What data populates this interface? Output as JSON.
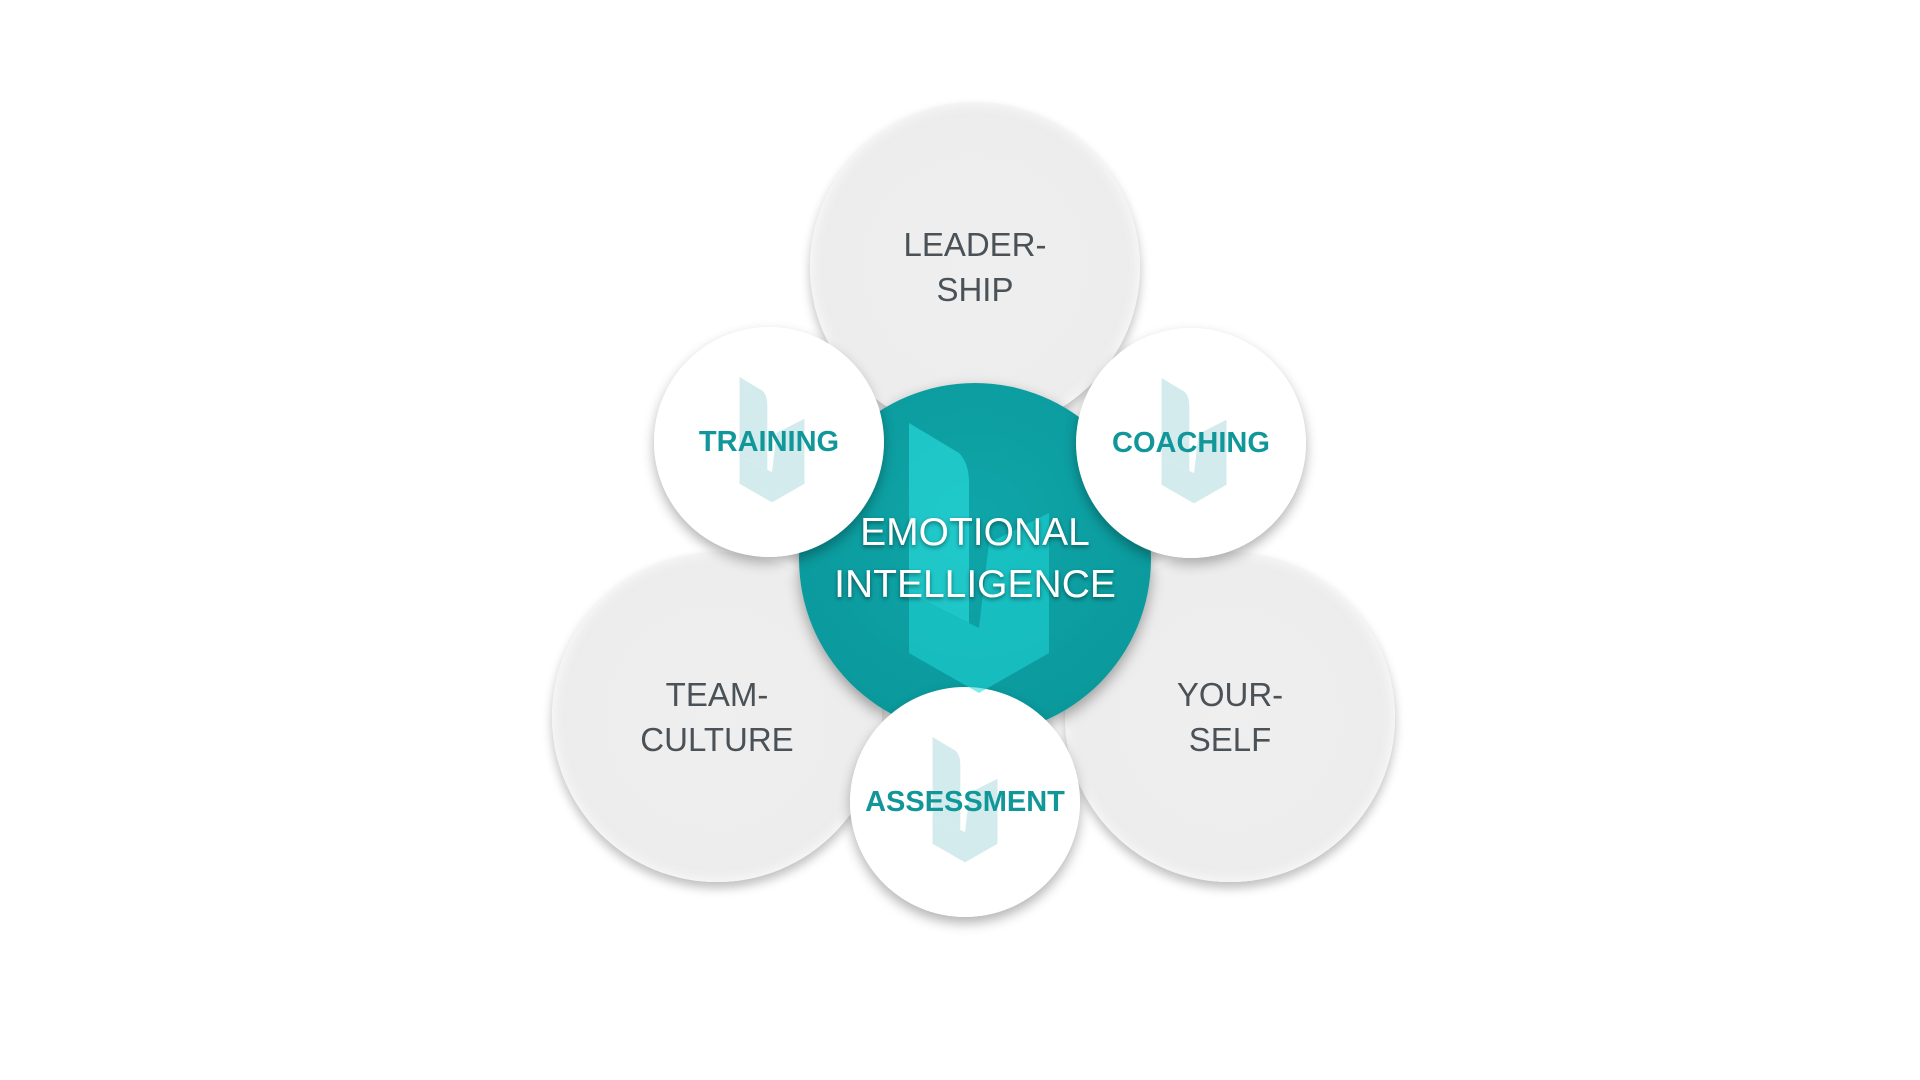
{
  "center": {
    "line1": "EMOTIONAL",
    "line2": "INTELLIGENCE"
  },
  "outer": {
    "leadership": {
      "line1": "LEADER-",
      "line2": "SHIP"
    },
    "team_culture": {
      "line1": "TEAM-",
      "line2": "CULTURE"
    },
    "yourself": {
      "line1": "YOUR-",
      "line2": "SELF"
    }
  },
  "methods": {
    "training": "TRAINING",
    "coaching": "COACHING",
    "assessment": "ASSESSMENT"
  },
  "colors": {
    "accent": "#0b9a9d",
    "grey_text": "#4a5258",
    "circle_grey": "#ececec"
  }
}
